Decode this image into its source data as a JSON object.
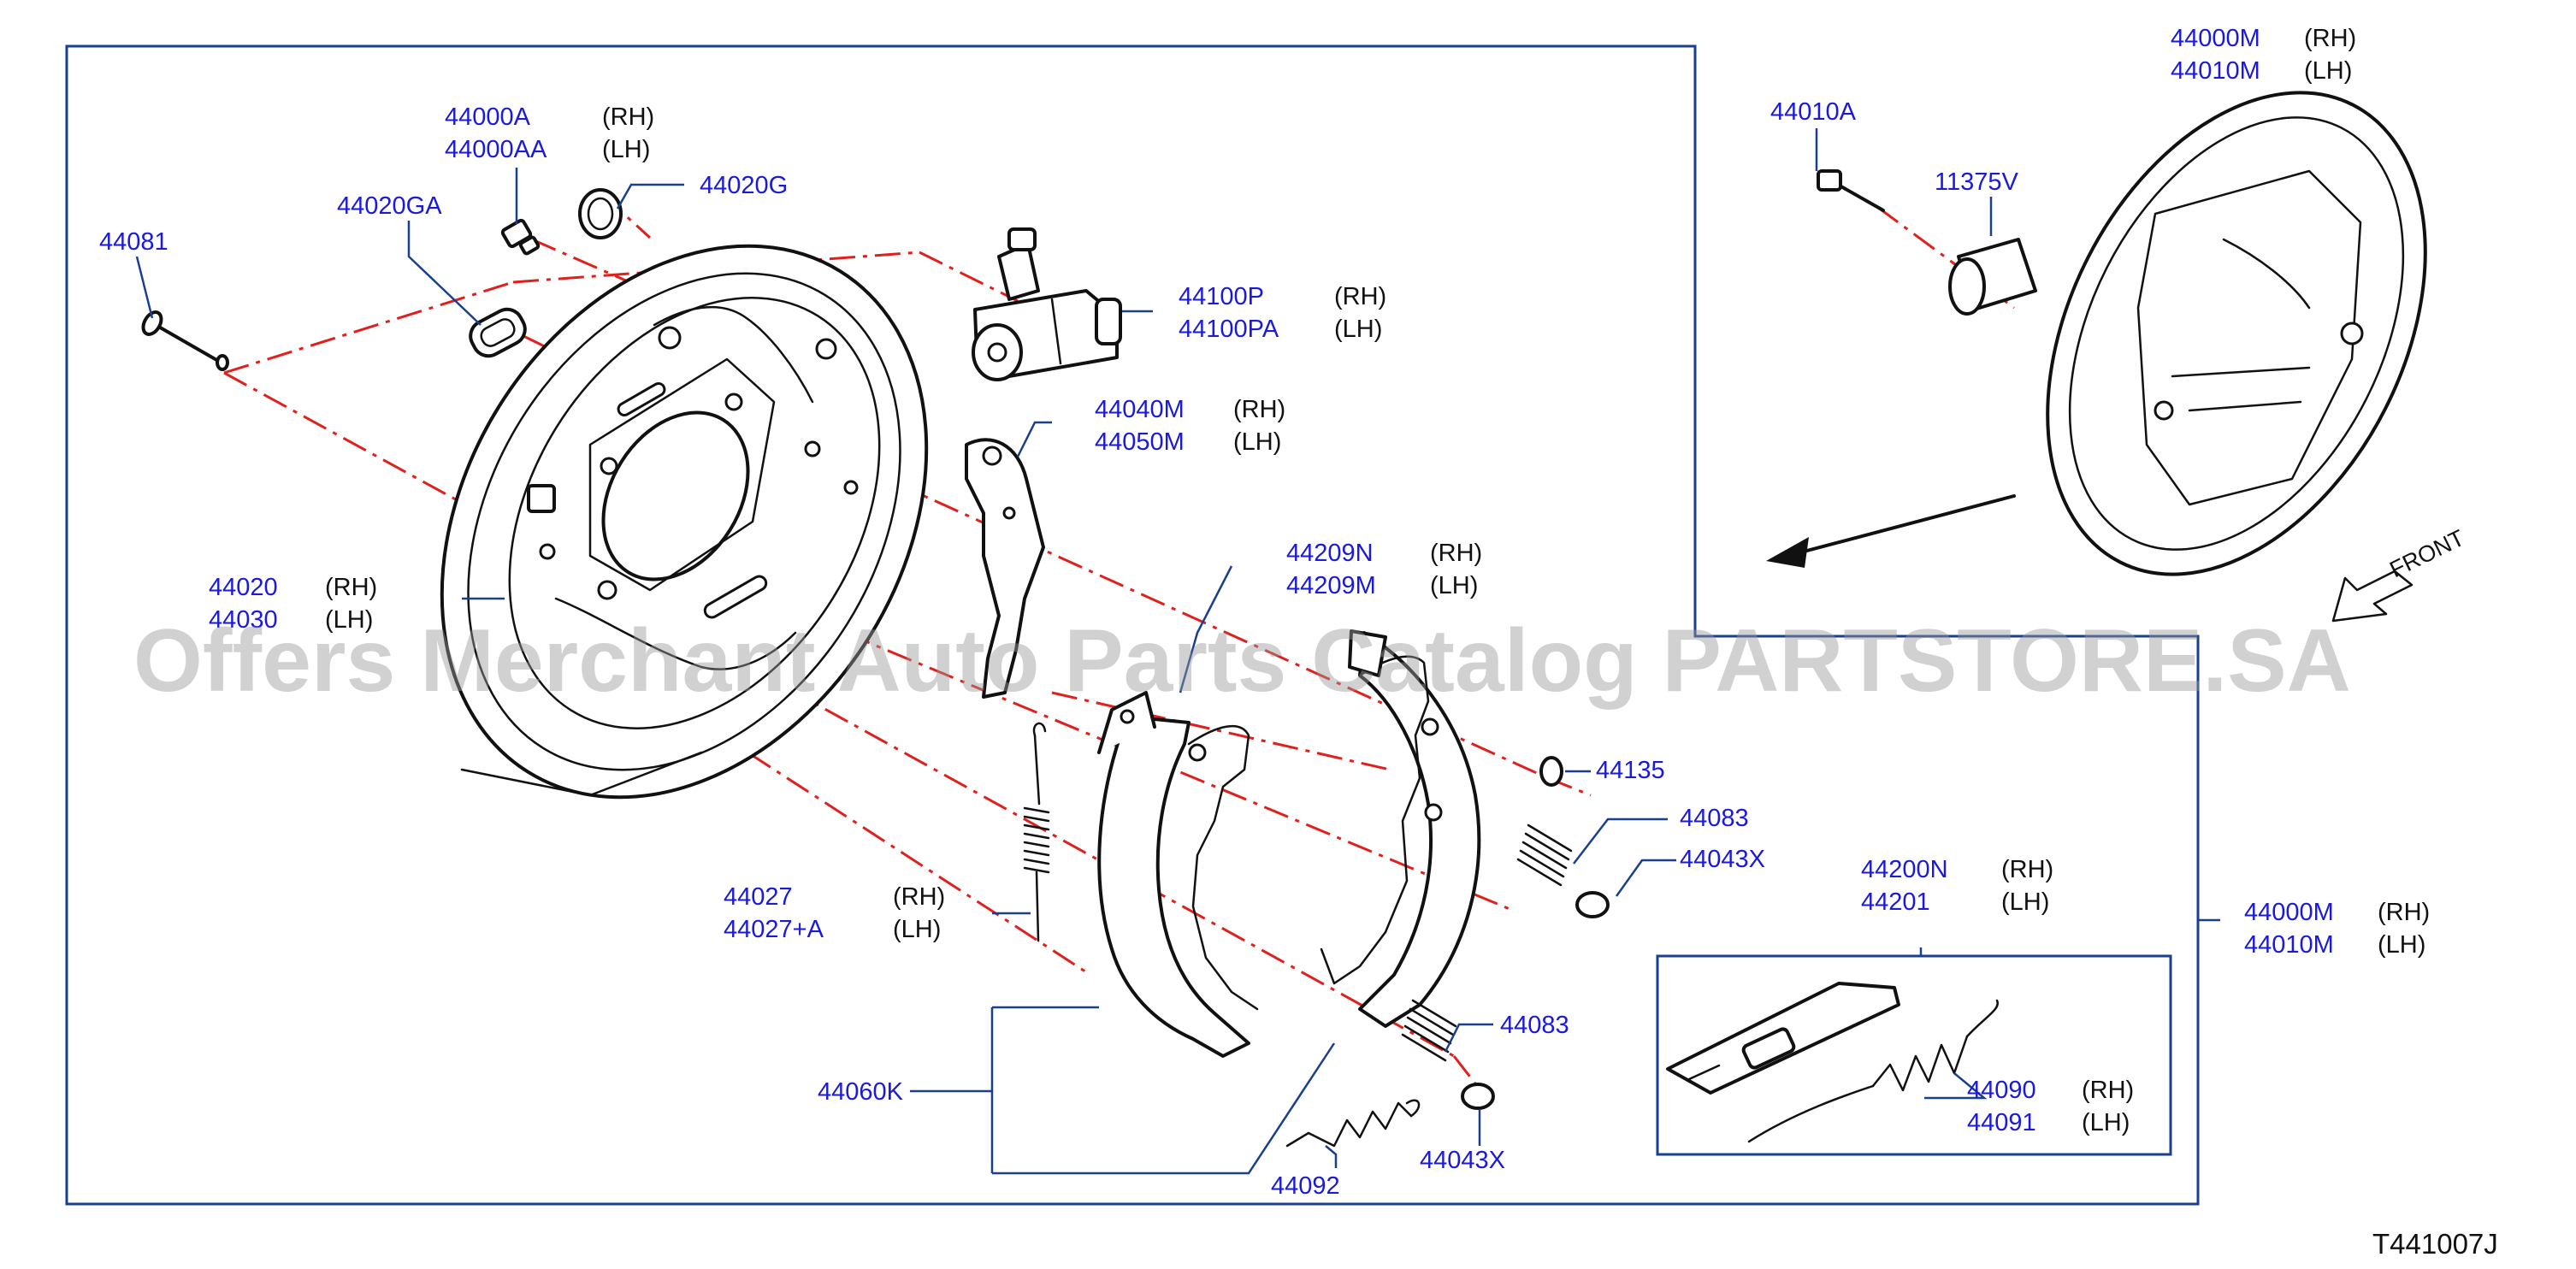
{
  "watermark": "Offers Merchant Auto Parts Catalog PARTSTORE.SA",
  "reference_code": "T441007J",
  "front_label": "FRONT",
  "labels": {
    "l44081": "44081",
    "l44020GA": "44020GA",
    "l44000A": "44000A",
    "l44000A_side": "(RH)",
    "l44000AA": "44000AA",
    "l44000AA_side": "(LH)",
    "l44020G": "44020G",
    "l44100P": "44100P",
    "l44100P_side": "(RH)",
    "l44100PA": "44100PA",
    "l44100PA_side": "(LH)",
    "l44040M": "44040M",
    "l44040M_side": "(RH)",
    "l44050M": "44050M",
    "l44050M_side": "(LH)",
    "l44209N": "44209N",
    "l44209N_side": "(RH)",
    "l44209M": "44209M",
    "l44209M_side": "(LH)",
    "l44020": "44020",
    "l44020_side": "(RH)",
    "l44030": "44030",
    "l44030_side": "(LH)",
    "l44135": "44135",
    "l44083a": "44083",
    "l44043Xa": "44043X",
    "l44027": "44027",
    "l44027_side": "(RH)",
    "l44027A": "44027+A",
    "l44027A_side": "(LH)",
    "l44060K": "44060K",
    "l44083b": "44083",
    "l44043Xb": "44043X",
    "l44092": "44092",
    "l44200N": "44200N",
    "l44200N_side": "(RH)",
    "l44201": "44201",
    "l44201_side": "(LH)",
    "l44090": "44090",
    "l44090_side": "(RH)",
    "l44091": "44091",
    "l44091_side": "(LH)",
    "l44000M_r": "44000M",
    "l44000M_r_side": "(RH)",
    "l44010M_r": "44010M",
    "l44010M_r_side": "(LH)",
    "l44000M_t": "44000M",
    "l44000M_t_side": "(RH)",
    "l44010M_t": "44010M",
    "l44010M_t_side": "(LH)",
    "l44010A": "44010A",
    "l11375V": "11375V"
  }
}
